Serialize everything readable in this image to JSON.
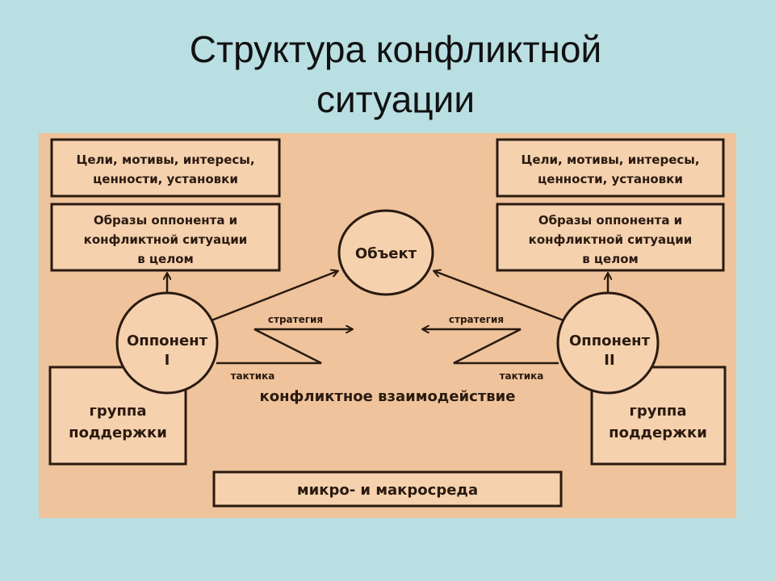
{
  "title": {
    "line1": "Структура конфликтной",
    "line2": "ситуации"
  },
  "diagram": {
    "left": {
      "goals_line1": "Цели, мотивы, интересы,",
      "goals_line2": "ценности, установки",
      "images_line1": "Образы оппонента и",
      "images_line2": "конфликтной ситуации",
      "images_line3": "в целом",
      "opponent_line1": "Оппонент",
      "opponent_line2": "I",
      "support_line1": "группа",
      "support_line2": "поддержки",
      "strategy": "стратегия",
      "tactic": "тактика"
    },
    "right": {
      "goals_line1": "Цели, мотивы, интересы,",
      "goals_line2": "ценности, установки",
      "images_line1": "Образы оппонента и",
      "images_line2": "конфликтной ситуации",
      "images_line3": "в целом",
      "opponent_line1": "Оппонент",
      "opponent_line2": "II",
      "support_line1": "группа",
      "support_line2": "поддержки",
      "strategy": "стратегия",
      "tactic": "тактика"
    },
    "object": "Объект",
    "interaction": "конфликтное взаимодействие",
    "environment": "микро- и макросреда"
  },
  "colors": {
    "slide_bg": "#b9dfe2",
    "panel": "#efc39b",
    "box": "#f5d1ae",
    "stroke": "#2a1a10"
  }
}
